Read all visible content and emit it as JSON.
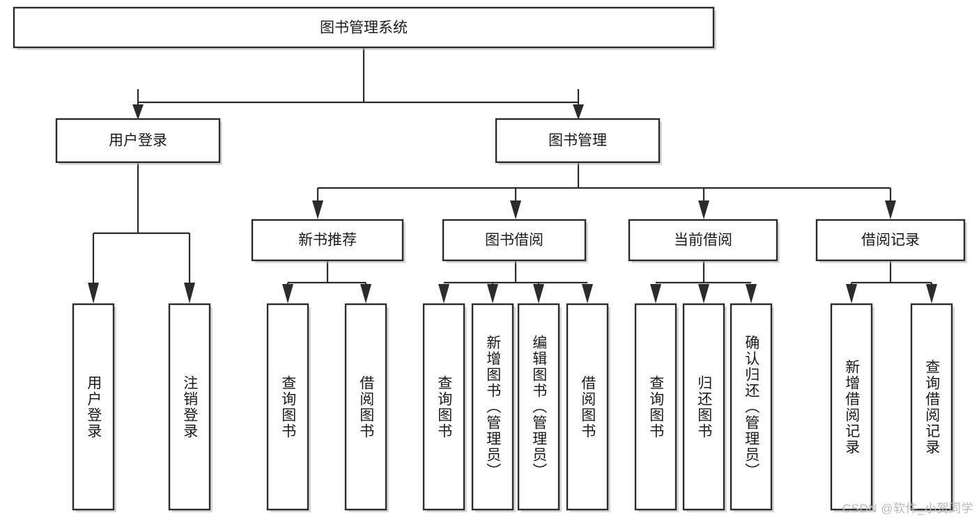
{
  "diagram": {
    "title": "图书管理系统",
    "type": "hierarchy-tree",
    "levels": 4,
    "root": {
      "id": "root",
      "label": "图书管理系统",
      "orientation": "horizontal"
    },
    "level2": [
      {
        "id": "user-login",
        "label": "用户登录",
        "orientation": "horizontal"
      },
      {
        "id": "book-management",
        "label": "图书管理",
        "orientation": "horizontal"
      }
    ],
    "level3": [
      {
        "id": "new-book-recommend",
        "label": "新书推荐",
        "orientation": "horizontal",
        "parent": "book-management"
      },
      {
        "id": "book-borrow",
        "label": "图书借阅",
        "orientation": "horizontal",
        "parent": "book-management"
      },
      {
        "id": "current-borrow",
        "label": "当前借阅",
        "orientation": "horizontal",
        "parent": "book-management"
      },
      {
        "id": "borrow-record",
        "label": "借阅记录",
        "orientation": "horizontal",
        "parent": "book-management"
      }
    ],
    "leaves": [
      {
        "id": "leaf-user-login",
        "label": "用户登录",
        "orientation": "vertical",
        "parent": "user-login"
      },
      {
        "id": "leaf-logout-login",
        "label": "注销登录",
        "orientation": "vertical",
        "parent": "user-login"
      },
      {
        "id": "leaf-query-book-1",
        "label": "查询图书",
        "orientation": "vertical",
        "parent": "new-book-recommend"
      },
      {
        "id": "leaf-borrow-book-1",
        "label": "借阅图书",
        "orientation": "vertical",
        "parent": "new-book-recommend"
      },
      {
        "id": "leaf-query-book-2",
        "label": "查询图书",
        "orientation": "vertical",
        "parent": "book-borrow"
      },
      {
        "id": "leaf-add-book",
        "label": "新增图书（管理员）",
        "orientation": "vertical",
        "parent": "book-borrow"
      },
      {
        "id": "leaf-edit-book",
        "label": "编辑图书（管理员）",
        "orientation": "vertical",
        "parent": "book-borrow"
      },
      {
        "id": "leaf-borrow-book-2",
        "label": "借阅图书",
        "orientation": "vertical",
        "parent": "book-borrow"
      },
      {
        "id": "leaf-query-book-3",
        "label": "查询图书",
        "orientation": "vertical",
        "parent": "current-borrow"
      },
      {
        "id": "leaf-return-book",
        "label": "归还图书",
        "orientation": "vertical",
        "parent": "current-borrow"
      },
      {
        "id": "leaf-confirm-return",
        "label": "确认归还（管理员）",
        "orientation": "vertical",
        "parent": "current-borrow"
      },
      {
        "id": "leaf-add-record",
        "label": "新增借阅记录",
        "orientation": "vertical",
        "parent": "borrow-record"
      },
      {
        "id": "leaf-query-record",
        "label": "查询借阅记录",
        "orientation": "vertical",
        "parent": "borrow-record"
      }
    ],
    "colors": {
      "box_stroke": "#2b2b2b",
      "box_fill": "#ffffff",
      "connector": "#2b2b2b",
      "text": "#1a1a1a",
      "background": "#ffffff",
      "watermark": "#b9b9b9"
    }
  },
  "watermark": {
    "text": "CSDN @软件_小贺同学"
  }
}
